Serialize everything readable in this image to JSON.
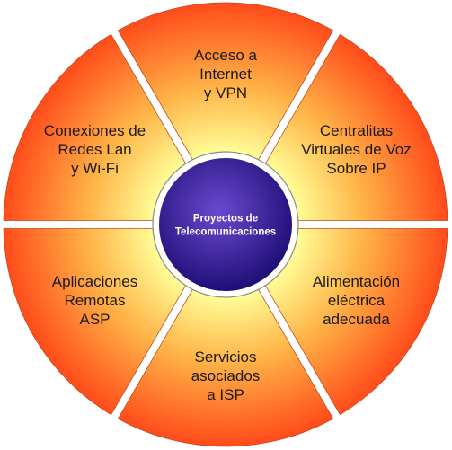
{
  "diagram": {
    "type": "radial-hub",
    "hub": {
      "lines": [
        "Proyectos de",
        "Telecomunicaciones"
      ]
    },
    "segments": [
      {
        "id": "internet-vpn",
        "lines": [
          "Acceso a",
          "Internet",
          "y VPN"
        ]
      },
      {
        "id": "centralitas-voip",
        "lines": [
          "Centralitas",
          "Virtuales de Voz",
          "Sobre IP"
        ]
      },
      {
        "id": "alimentacion-electrica",
        "lines": [
          "Alimentación",
          "eléctrica",
          "adecuada"
        ]
      },
      {
        "id": "servicios-isp",
        "lines": [
          "Servicios",
          "asociados",
          "a ISP"
        ]
      },
      {
        "id": "aplicaciones-asp",
        "lines": [
          "Aplicaciones",
          "Remotas",
          "ASP"
        ]
      },
      {
        "id": "redes-lan-wifi",
        "lines": [
          "Conexiones de",
          "Redes Lan",
          "y Wi-Fi"
        ]
      }
    ],
    "colors": {
      "segment_inner": "#ffff99",
      "segment_mid": "#ffb347",
      "segment_outer": "#ff4a1a",
      "segment_stroke": "#c24a1e",
      "hub_center": "#6a4ad0",
      "hub_outer": "#1a0a70",
      "hub_ring": "#ffffff",
      "hub_ring_stroke": "#8a8a8a"
    }
  }
}
